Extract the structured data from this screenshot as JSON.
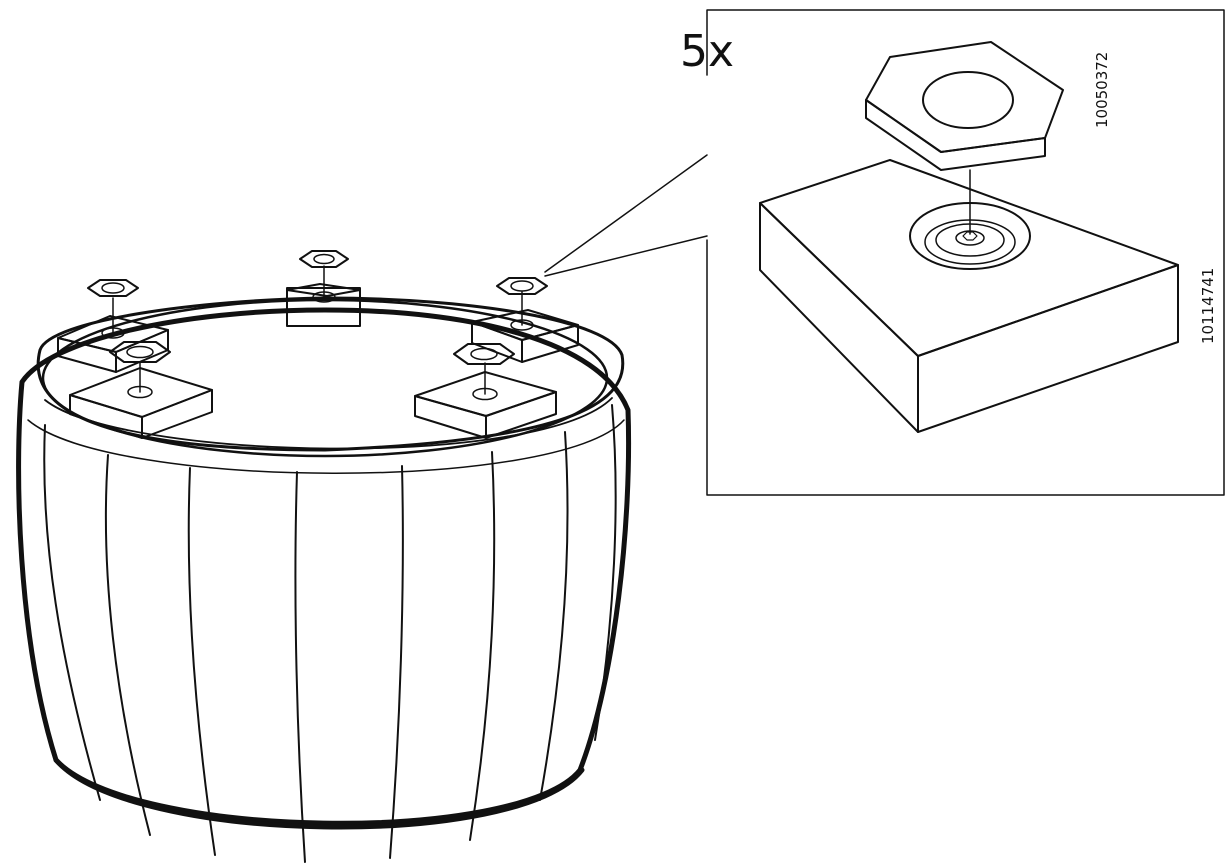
{
  "figure": {
    "quantity_label": "5x",
    "part_numbers": {
      "glide": "10050372",
      "block": "10114741"
    }
  },
  "colors": {
    "fabric": "#dcdcdc",
    "glide": "#9a9a9a",
    "line": "#111111",
    "background": "#ffffff"
  }
}
